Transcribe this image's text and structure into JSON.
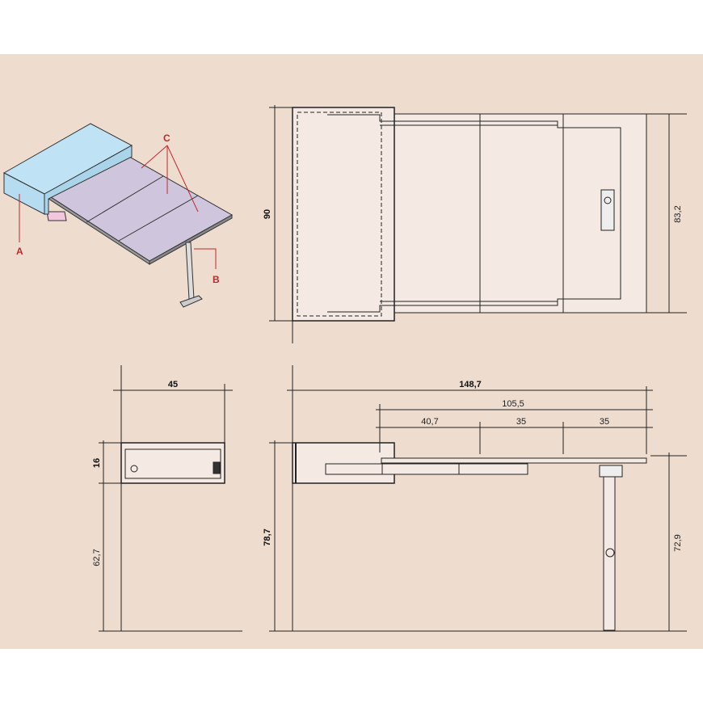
{
  "colors": {
    "background": "#eedccf",
    "box": "#bfe3f5",
    "panel": "#cfc6de",
    "callout": "#c0282d",
    "line": "#222222"
  },
  "iso_view": {
    "labels": {
      "a": "A",
      "b": "B",
      "c": "C"
    }
  },
  "plan_view": {
    "dim_depth": "90",
    "dim_table_depth": "83,2"
  },
  "side_view": {
    "dim_width": "45",
    "dim_box_height": "16",
    "dim_base_height": "62,7"
  },
  "front_view": {
    "dim_total": "148,7",
    "dim_extension": "105,5",
    "dim_seg1": "40,7",
    "dim_seg2": "35",
    "dim_seg3": "35",
    "dim_height": "78,7",
    "dim_table_height": "72,9"
  }
}
